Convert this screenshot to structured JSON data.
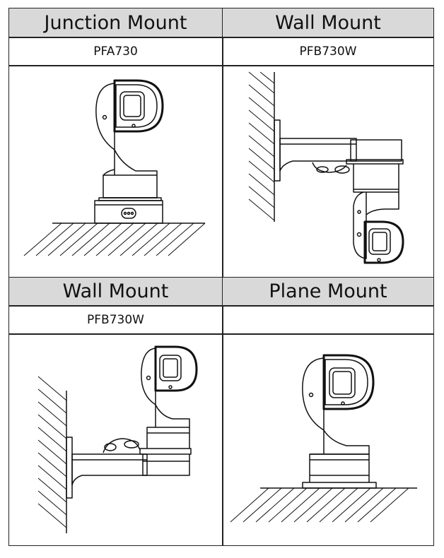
{
  "table": {
    "rows": [
      {
        "left": {
          "header": "Junction Mount",
          "model": "PFA730"
        },
        "right": {
          "header": "Wall Mount",
          "model": "PFB730W"
        }
      },
      {
        "left": {
          "header": "Wall Mount",
          "model": "PFB730W"
        },
        "right": {
          "header": "Plane Mount",
          "model": ""
        }
      }
    ]
  }
}
